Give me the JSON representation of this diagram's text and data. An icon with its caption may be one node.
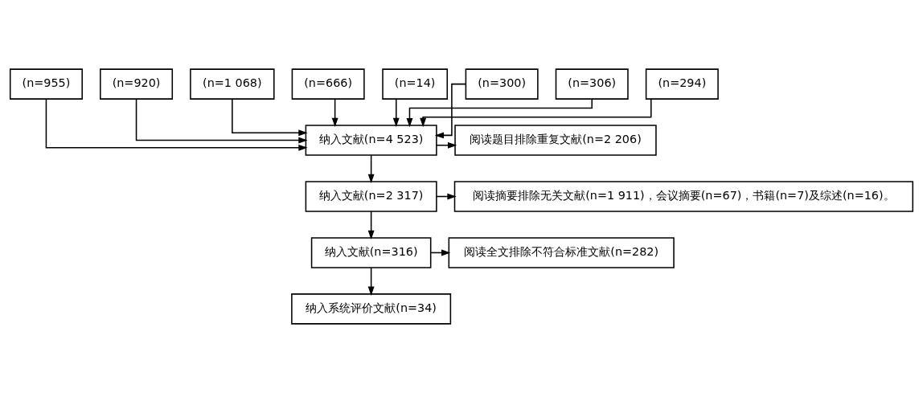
{
  "diagram": {
    "nodes": [
      {
        "text": [
          "(n=955)"
        ]
      },
      {
        "text": [
          "(n=920)"
        ]
      },
      {
        "text": [
          "(n=1 068)"
        ]
      },
      {
        "text": [
          "(n=666)"
        ]
      },
      {
        "text": [
          "(n=14)"
        ]
      },
      {
        "text": [
          "(n=300)"
        ]
      },
      {
        "text": [
          "(n=306)"
        ]
      },
      {
        "text": [
          "(n=294)"
        ]
      },
      {
        "text": [
          "纳入文献(n=4 523)"
        ]
      },
      {
        "text": [
          "阅读题目排除重复文献(n=2 206)"
        ]
      },
      {
        "text": [
          "纳入文献(n=2 317)"
        ]
      },
      {
        "text": [
          "阅读摘要排除无关文献(n=1 911)，会议摘要(n=67)，书籍(n=7)及综述(n=16)。"
        ]
      },
      {
        "text": [
          "纳入文献(n=316)"
        ]
      },
      {
        "text": [
          "阅读全文排除不符合标准文献(n=282)"
        ]
      },
      {
        "text": [
          "纳入系统评价文献(n=34)"
        ]
      }
    ],
    "edges": [
      {
        "from": 0,
        "to": 8,
        "arrow": "to"
      },
      {
        "from": 1,
        "to": 8,
        "arrow": "to"
      },
      {
        "from": 2,
        "to": 8,
        "arrow": "to"
      },
      {
        "from": 3,
        "to": 8,
        "arrow": "to"
      },
      {
        "from": 4,
        "to": 8,
        "arrow": "to"
      },
      {
        "from": 5,
        "to": 8,
        "arrow": "to"
      },
      {
        "from": 6,
        "to": 8,
        "arrow": "to"
      },
      {
        "from": 7,
        "to": 8,
        "arrow": "to"
      },
      {
        "from": 8,
        "to": 9,
        "arrow": "to"
      },
      {
        "from": 8,
        "to": 10,
        "arrow": "to"
      },
      {
        "from": 10,
        "to": 11,
        "arrow": "to"
      },
      {
        "from": 10,
        "to": 12,
        "arrow": "to"
      },
      {
        "from": 12,
        "to": 13,
        "arrow": "to"
      },
      {
        "from": 12,
        "to": 14,
        "arrow": "to"
      }
    ]
  }
}
